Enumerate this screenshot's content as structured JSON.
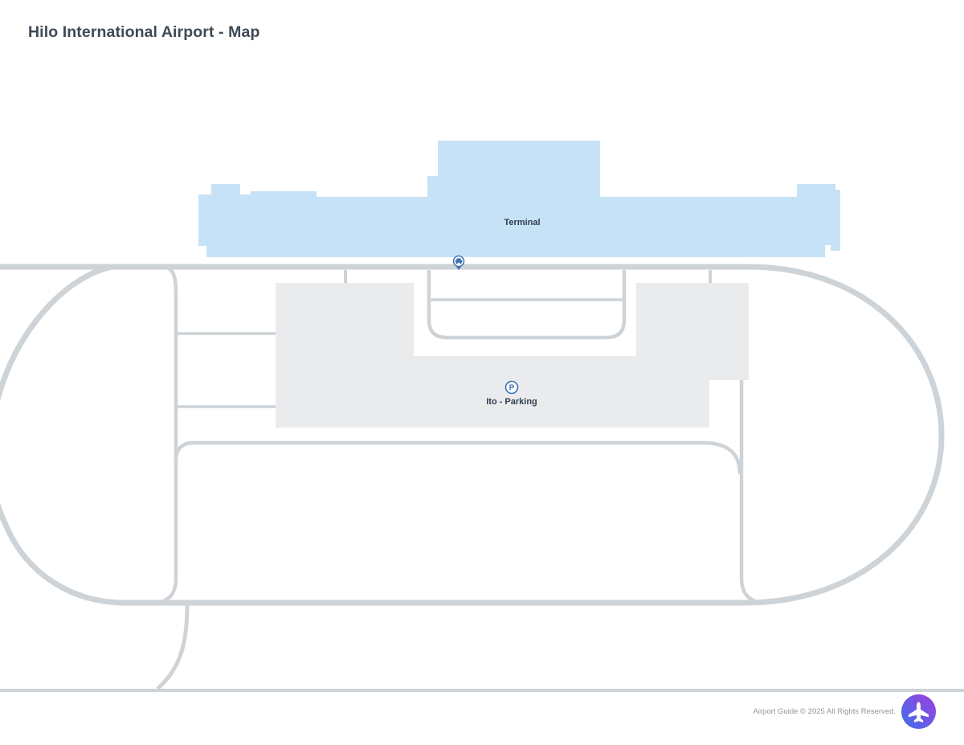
{
  "page": {
    "title": "Hilo International Airport - Map"
  },
  "map": {
    "terminal": {
      "label": "Terminal"
    },
    "parking": {
      "label": "Ito - Parking",
      "icon_letter": "P"
    },
    "colors": {
      "terminal_fill": "#c6e2f7",
      "parking_fill": "#e9ebec",
      "road": "#ced3d7",
      "marker_blue": "#3c74b4",
      "label_text": "#2f3e4e"
    }
  },
  "footer": {
    "copyright": "Airport Guide © 2025 All Rights Reserved.",
    "logo": {
      "icon": "airplane",
      "gradient_start": "#3b72e8",
      "gradient_end": "#a13de0"
    }
  }
}
